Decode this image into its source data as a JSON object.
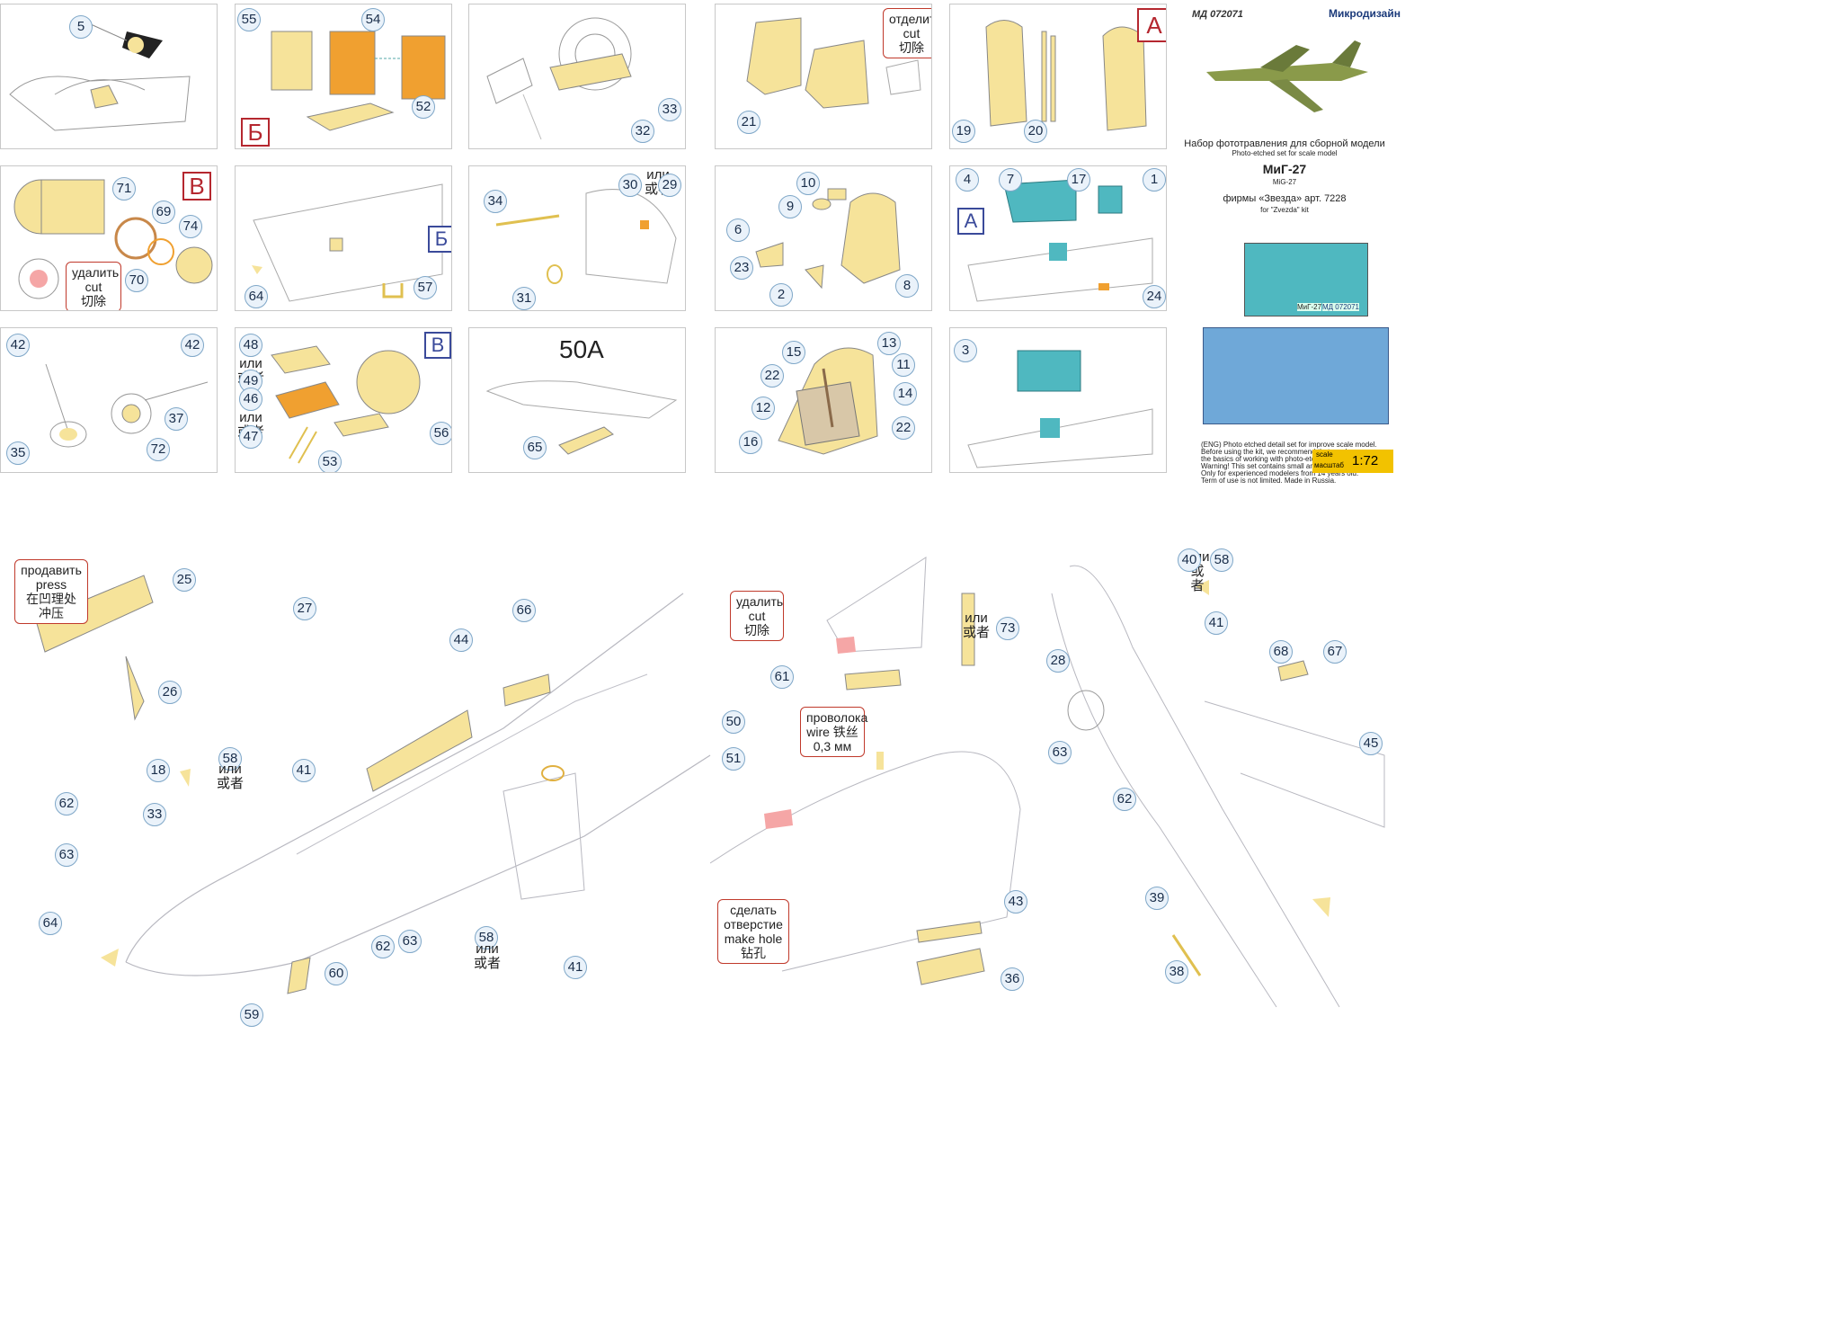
{
  "colors": {
    "part_yellow": "#f6e39a",
    "part_orange": "#f0a030",
    "part_teal": "#4fb8c0",
    "callout_border": "#7fa7c8",
    "callout_fill": "#eaf2fa",
    "note_border": "#c0392b",
    "scale_bg": "#f2c200"
  },
  "header": {
    "code": "МД 072071",
    "brand": "Микродизайн",
    "title_ru": "Набор фототравления для сборной модели",
    "title_en": "Photo-etched set for scale model",
    "model_ru": "МиГ-27",
    "model_en": "MiG-27",
    "kit_ru": "фирмы «Звезда» арт. 7228",
    "kit_en": "for \"Zvezda\" kit",
    "fret_label": "МиГ-27",
    "fret_code": "МД 072071",
    "disclaimer": [
      "(ENG) Photo etched detail set for improve scale model.",
      "Before using the kit, we recommend that you learn",
      "the basics of working with photo-etched parts.",
      "Warning! This set contains small and sharp parts.",
      "Only for experienced modelers from 14 years old.",
      "Term of use is not limited. Made in Russia."
    ],
    "scale_en": "scale",
    "scale_ru": "масштаб",
    "scale_value": "1:72"
  },
  "notes": {
    "cut_ru_sep": "отделить",
    "cut_en": "cut",
    "cut_cn": "切除",
    "del_ru": "удалить",
    "or_ru": "или",
    "or_cn": "或者",
    "press_ru": "продавить",
    "press_en": "press",
    "press_cn": "在凹理处冲压",
    "wire_ru": "проволока",
    "wire_en": "wire",
    "wire_cn": "铁丝",
    "wire_size": "0,3 мм",
    "hole_ru": "сделать",
    "hole_ru2": "отверстие",
    "hole_en": "make hole",
    "hole_cn": "钻孔"
  },
  "markers": {
    "A": "А",
    "B": "Б",
    "V": "В",
    "big": "50А"
  },
  "callouts": {
    "p1": [
      "5"
    ],
    "p2": [
      "55",
      "54",
      "52"
    ],
    "p3": [
      "33",
      "32"
    ],
    "p4": [
      "21"
    ],
    "p5": [
      "19",
      "20"
    ],
    "p6": [
      "71",
      "69",
      "74",
      "70"
    ],
    "p7": [
      "64",
      "57"
    ],
    "p8": [
      "34",
      "30",
      "29",
      "31"
    ],
    "p9": [
      "10",
      "9",
      "6",
      "23",
      "2",
      "8"
    ],
    "p10": [
      "4",
      "7",
      "17",
      "1",
      "24"
    ],
    "p11": [
      "42",
      "42",
      "37",
      "35",
      "72"
    ],
    "p12": [
      "48",
      "49",
      "46",
      "47",
      "53",
      "56"
    ],
    "p13": [
      "65"
    ],
    "p14": [
      "15",
      "13",
      "11",
      "22",
      "14",
      "12",
      "22",
      "16"
    ],
    "p15": [
      "3"
    ],
    "m1": [
      "25",
      "26",
      "27",
      "44",
      "66",
      "18",
      "58",
      "41",
      "33",
      "62",
      "63",
      "64",
      "62",
      "63",
      "60",
      "59",
      "58",
      "41"
    ],
    "m2": [
      "61",
      "73",
      "50",
      "51",
      "43",
      "36"
    ],
    "m3": [
      "58",
      "40",
      "41",
      "28",
      "68",
      "67",
      "63",
      "62",
      "45",
      "39",
      "38"
    ]
  }
}
